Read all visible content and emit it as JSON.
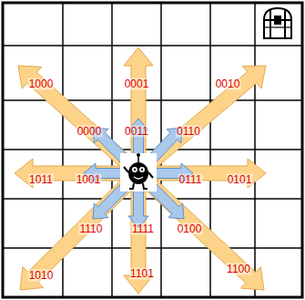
{
  "diagram": {
    "labels": [
      "1000",
      "0001",
      "0010",
      "0000",
      "0011",
      "0110",
      "1011",
      "1001",
      "0111",
      "0101",
      "1110",
      "1111",
      "0100",
      "1010",
      "1101",
      "1100"
    ]
  }
}
